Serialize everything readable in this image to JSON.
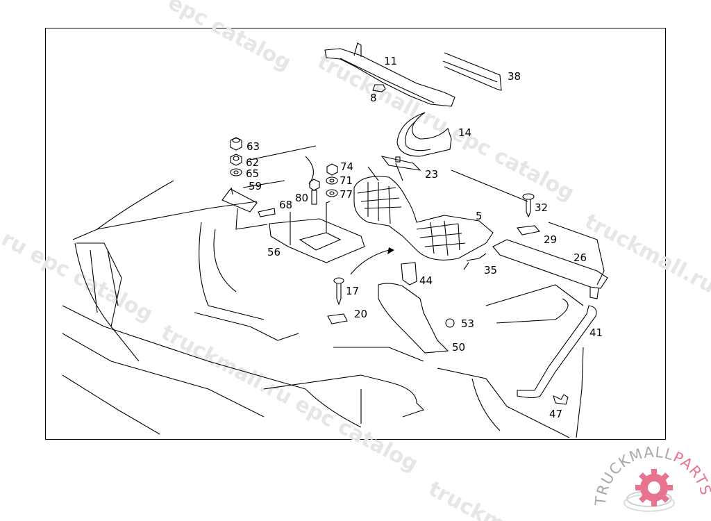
{
  "diagram": {
    "type": "exploded parts diagram",
    "part_labels": [
      "11",
      "38",
      "8",
      "14",
      "63",
      "62",
      "65",
      "59",
      "74",
      "71",
      "77",
      "80",
      "68",
      "23",
      "5",
      "32",
      "29",
      "26",
      "56",
      "17",
      "44",
      "35",
      "20",
      "53",
      "50",
      "41",
      "47"
    ],
    "labels": {
      "p11": "11",
      "p38": "38",
      "p8": "8",
      "p14": "14",
      "p63": "63",
      "p62": "62",
      "p65": "65",
      "p59": "59",
      "p74": "74",
      "p71": "71",
      "p77": "77",
      "p80": "80",
      "p68": "68",
      "p23": "23",
      "p5": "5",
      "p32": "32",
      "p29": "29",
      "p26": "26",
      "p56": "56",
      "p17": "17",
      "p44": "44",
      "p35": "35",
      "p20": "20",
      "p53": "53",
      "p50": "50",
      "p41": "41",
      "p47": "47"
    }
  },
  "watermark": {
    "text_full": "truckmall.ru epc catalog",
    "text_short_1": "epc catalog",
    "text_short_2": "truckmall.ru",
    "text_short_3": "truckmall.ru epc",
    "text_short_4": "ru epc catalog",
    "text_short_5": "truckma",
    "color": "#e6e6e6"
  },
  "logo": {
    "word1": "TRUCKMALL",
    "word2": "PARTS",
    "gray": "#a8a8a8",
    "pink": "#e8738f"
  }
}
